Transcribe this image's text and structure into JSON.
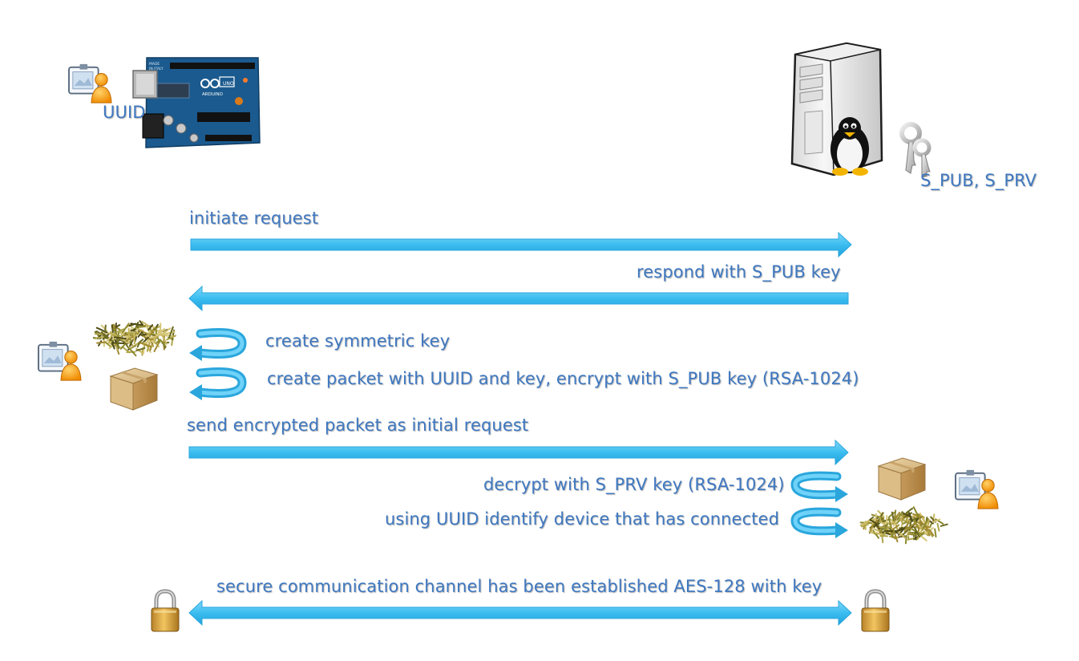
{
  "labels": {
    "device_id": "UUID",
    "server_keys": "S_PUB, S_PRV",
    "step1": "initiate request",
    "step2": "respond with S_PUB key",
    "step3": "create symmetric key",
    "step4": "create packet with UUID and key, encrypt with S_PUB key (RSA-1024)",
    "step5": "send encrypted packet as initial request",
    "step6": "decrypt with S_PRV key (RSA-1024)",
    "step7": "using UUID identify device that has connected",
    "step8": "secure communication channel has been established AES-128 with key"
  },
  "board_text": {
    "made": "MADE",
    "italy": "IN ITALY",
    "arduino": "ARDUINO",
    "uno": "UNO"
  },
  "colors": {
    "arrow": "#3cbdf0",
    "arrow_stroke": "#2aa6dc",
    "label": "#3f78c0",
    "board": "#1b5a8e"
  },
  "icons": [
    "id-card-person-icon",
    "arduino-board-icon",
    "server-tower-icon",
    "linux-penguin-icon",
    "keys-icon",
    "key-shreds-icon",
    "package-box-icon",
    "padlock-icon"
  ]
}
